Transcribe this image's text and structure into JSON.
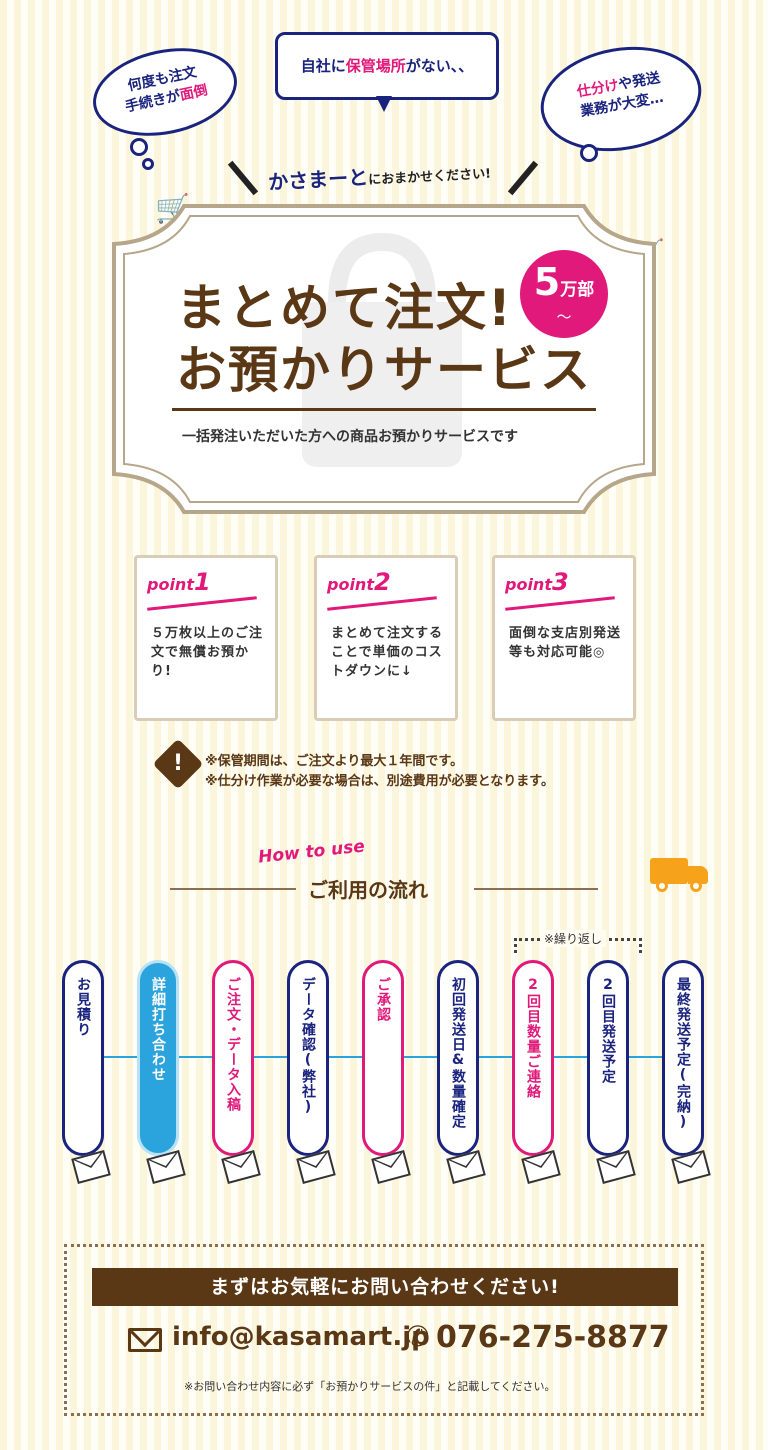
{
  "bubbles": {
    "left_line1": "何度も注文",
    "left_line2_pre": "手続きが",
    "left_line2_hl": "面倒",
    "center_pre": "自社に",
    "center_hl": "保管場所",
    "center_post": "がない、、",
    "right_line1_hl": "仕分け",
    "right_line1_post": "や発送",
    "right_line2": "業務が大変…"
  },
  "tagline": {
    "brand": "かさまーと",
    "text": "におまかせください!"
  },
  "hero": {
    "title_line1": "まとめて注文!",
    "title_line2": "お預かりサービス",
    "badge_num": "5",
    "badge_unit": "万部",
    "badge_tilde": "〜",
    "subtitle": "一括発注いただいた方への商品お預かりサービスです"
  },
  "points": [
    {
      "label": "point",
      "num": "1",
      "text": "５万枚以上のご注文で無償お預かり!"
    },
    {
      "label": "point",
      "num": "2",
      "text": "まとめて注文することで単価のコストダウンに↓"
    },
    {
      "label": "point",
      "num": "3",
      "text": "面倒な支店別発送等も対応可能◎"
    }
  ],
  "notes": {
    "icon": "!",
    "line1": "※保管期間は、ご注文より最大１年間です。",
    "line2": "※仕分け作業が必要な場合は、別途費用が必要となります。"
  },
  "flow": {
    "script_title": "How to use",
    "title": "ご利用の流れ",
    "repeat_note": "※繰り返し",
    "steps": [
      {
        "label": "お見積り",
        "style": "navy"
      },
      {
        "label": "詳細打ち合わせ",
        "style": "blue"
      },
      {
        "label": "ご注文・データ入稿",
        "style": "pink"
      },
      {
        "label": "データ確認(弊社)",
        "style": "navy"
      },
      {
        "label": "ご承認",
        "style": "pink"
      },
      {
        "label": "初回発送日&数量確定",
        "style": "navy"
      },
      {
        "label": "2回目数量ご連絡",
        "style": "pink"
      },
      {
        "label": "2回目発送予定",
        "style": "navy"
      },
      {
        "label": "最終発送予定(完納)",
        "style": "navy"
      }
    ]
  },
  "contact": {
    "heading": "まずはお気軽にお問い合わせください!",
    "email": "info@kasamart.jp",
    "phone": "076-275-8877",
    "note": "※お問い合わせ内容に必ず「お預かりサービスの件」と記載してください。"
  },
  "colors": {
    "navy": "#1a237e",
    "pink": "#e0197a",
    "brown": "#5a3715",
    "blue": "#2ba3dc",
    "orange": "#f7a21b"
  }
}
